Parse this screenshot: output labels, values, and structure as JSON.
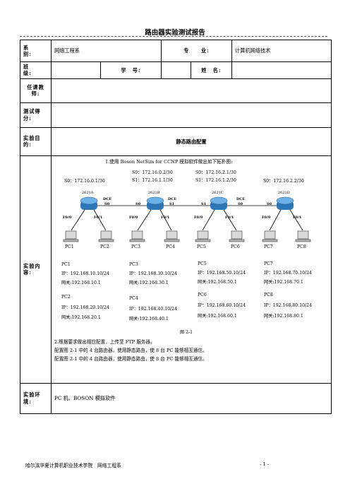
{
  "header": {
    "title": "路由器实验测试报告"
  },
  "table": {
    "row1": {
      "dept_label": "系　　别:",
      "dept_value": "网络工程系",
      "major_label": "专　　业:",
      "major_value": "计算机网络技术"
    },
    "row2": {
      "class_label": "班　　级:",
      "student_id_label": "学　号:",
      "name_label": "姓　名:"
    },
    "row3": {
      "teacher_label": "任课教师:"
    },
    "row4": {
      "score_label": "测试得分:"
    },
    "row5": {
      "purpose_label": "实验目的:",
      "purpose_value": "静态路由配置"
    },
    "row6": {
      "content_label": "实验内容:",
      "instruction": "1.使用 Boson NetSim for CCNP 模拟软件做出如下拓扑图:",
      "figure_caption": "图 2-1",
      "step2": "2.根据要求做出相应配置，上传至 FTP 服务器。",
      "step3": "配置图 2-1 中的 4 台路由器，使用静态路由，使 8 台 PC 能够相互通信。",
      "step4": "配置图 2-1 中的 4 台路由器，使用静态路由，使 8 台 PC 能够相互通信。"
    },
    "row7": {
      "env_label": "实验环境:",
      "env_value": "PC 机、BOSON 模拟软件"
    }
  },
  "topology": {
    "routers": [
      {
        "name": "2621A",
        "s0": "S0：172.16.0.1/30"
      },
      {
        "name": "2621B",
        "s0": "S0：172.16.0.2/30",
        "s1": "S1：172.16.1.1/30"
      },
      {
        "name": "2621C",
        "s0": "S0：172.16.2.1/30",
        "s1": "S1：172.16.1.2/30"
      },
      {
        "name": "2621D",
        "s0": "S0：172.16.2.2/30"
      }
    ],
    "link_labels": {
      "dce": "DCE",
      "s0": "S0",
      "s1": "S1",
      "fe0": "F0/0",
      "fe1": "F0/1"
    },
    "pcs": [
      {
        "name": "PC1",
        "ip": "IP：192.168.10.10/24",
        "gw": "网关:192.168.10.1"
      },
      {
        "name": "PC2",
        "ip": "IP：192.168.20.10/24",
        "gw": "网关:192.168.20.1"
      },
      {
        "name": "PC3",
        "ip": "IP：192.168.30.10/24",
        "gw": "网关:192.168.30.1"
      },
      {
        "name": "PC4",
        "ip": "IP：192.168.40.10/24",
        "gw": "网关:192.168.40.1"
      },
      {
        "name": "PC5",
        "ip": "IP：192.168.50.10/24",
        "gw": "网关:192.168.50.1"
      },
      {
        "name": "PC6",
        "ip": "IP：192.168.60.10/24",
        "gw": "网关:192.168.60.1"
      },
      {
        "name": "PC7",
        "ip": "IP：192.168.70.10/24",
        "gw": "网关:192.168.70.1"
      },
      {
        "name": "PC8",
        "ip": "IP：192.168.80.10/24",
        "gw": "网关:192.168.80.1"
      }
    ]
  },
  "footer": {
    "school": "哈尔滨华夏计算机职业技术学院　网络工程系",
    "page": "- 1 -"
  }
}
